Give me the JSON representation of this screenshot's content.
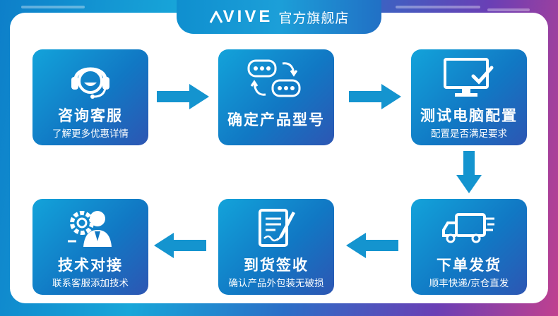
{
  "header": {
    "brand": "VIVE",
    "store_name": "官方旗舰店"
  },
  "steps": [
    {
      "title": "咨询客服",
      "subtitle": "了解更多优惠详情",
      "icon": "customer-service-headset-icon"
    },
    {
      "title": "确定产品型号",
      "subtitle": "",
      "icon": "vr-headset-icon"
    },
    {
      "title": "测试电脑配置",
      "subtitle": "配置是否满足要求",
      "icon": "monitor-check-icon"
    },
    {
      "title": "下单发货",
      "subtitle": "顺丰快递/京仓直发",
      "icon": "delivery-truck-icon"
    },
    {
      "title": "到货签收",
      "subtitle": "确认产品外包装无破损",
      "icon": "sign-document-icon"
    },
    {
      "title": "技术对接",
      "subtitle": "联系客服添加技术",
      "icon": "tech-support-gear-person-icon"
    }
  ],
  "colors": {
    "card_start": "#13a3da",
    "card_end": "#2d56b3",
    "arrow": "#1494cf",
    "panel": "#ffffff"
  }
}
